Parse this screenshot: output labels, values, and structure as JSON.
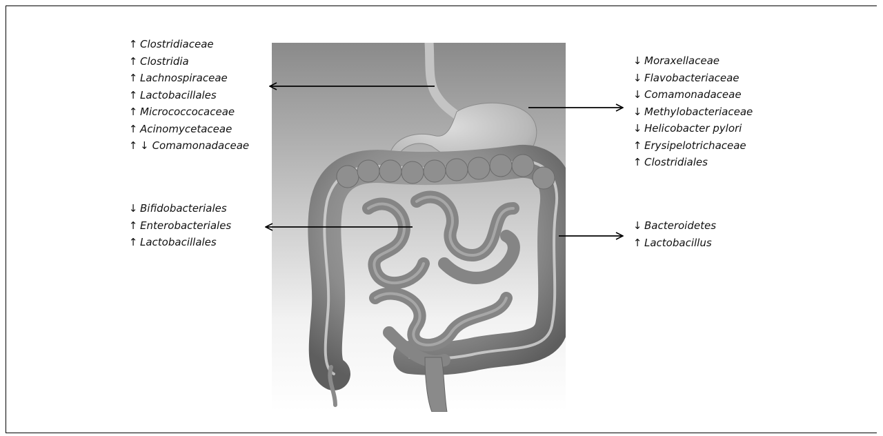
{
  "figure": {
    "colors": {
      "line": "#000000",
      "text": "#111111",
      "background": "#ffffff"
    },
    "groups": [
      {
        "id": "esophagus",
        "items": [
          {
            "dir": "↑",
            "name": "Clostridiaceae"
          },
          {
            "dir": "↑",
            "name": "Clostridia"
          },
          {
            "dir": "↑",
            "name": "Lachnospiraceae"
          },
          {
            "dir": "↑",
            "name": "Lactobacillales"
          },
          {
            "dir": "↑",
            "name": "Micrococcocaceae"
          },
          {
            "dir": "↑",
            "name": "Acinomycetaceae"
          },
          {
            "dir": "↑",
            "dir2": "↓",
            "name": "Comamonadaceae"
          }
        ]
      },
      {
        "id": "small-intestine",
        "items": [
          {
            "dir": "↓",
            "name": "Bifidobacteriales"
          },
          {
            "dir": "↑",
            "name": "Enterobacteriales"
          },
          {
            "dir": "↑",
            "name": "Lactobacillales"
          }
        ]
      },
      {
        "id": "stomach",
        "items": [
          {
            "dir": "↓",
            "name": "Moraxellaceae"
          },
          {
            "dir": "↓",
            "name": "Flavobacteriaceae"
          },
          {
            "dir": "↓",
            "name": "Comamonadaceae"
          },
          {
            "dir": "↓",
            "name": "Methylobacteriaceae"
          },
          {
            "dir": "↓",
            "name": "Helicobacter pylori"
          },
          {
            "dir": "↑",
            "name": "Erysipelotrichaceae"
          },
          {
            "dir": "↑",
            "name": "Clostridiales"
          }
        ]
      },
      {
        "id": "colon",
        "items": [
          {
            "dir": "↓",
            "name": "Bacteroidetes"
          },
          {
            "dir": "↑",
            "name": "Lactobacillus"
          }
        ]
      }
    ]
  }
}
